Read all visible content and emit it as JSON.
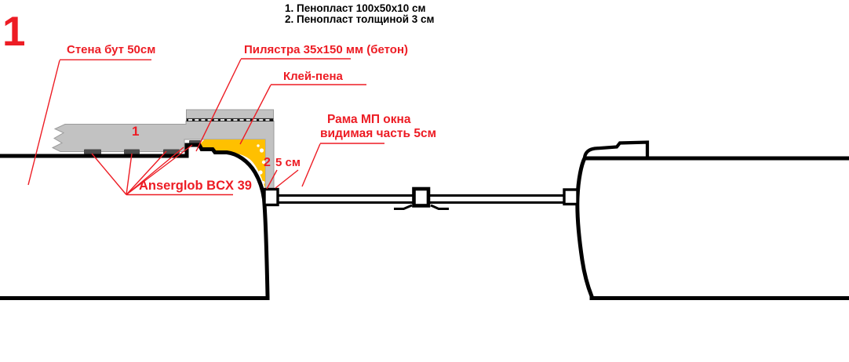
{
  "colors": {
    "red": "#ED1C24",
    "yellow": "#FFC000",
    "gray": "#C2C2C2",
    "grayline": "#9B9B9B",
    "pad": "#4A4A4A",
    "ink": "#000000",
    "bg": "#FFFFFF"
  },
  "figure_number": "1",
  "notes": {
    "line1": "1. Пенопласт 100х50х10 см",
    "line2": "2. Пенопласт толщиной 3 см"
  },
  "callouts": {
    "wall": "Стена бут 50см",
    "pilaster": "Пилястра 35х150 мм (бетон)",
    "glue_foam": "Клей-пена",
    "frame_line1": "Рама МП окна",
    "frame_line2": "видимая часть 5см",
    "adhesive": "Anserglob BCX 39",
    "dim_5cm": "5 см"
  },
  "markers": {
    "foam_board": "1",
    "thin_foam": "2"
  }
}
